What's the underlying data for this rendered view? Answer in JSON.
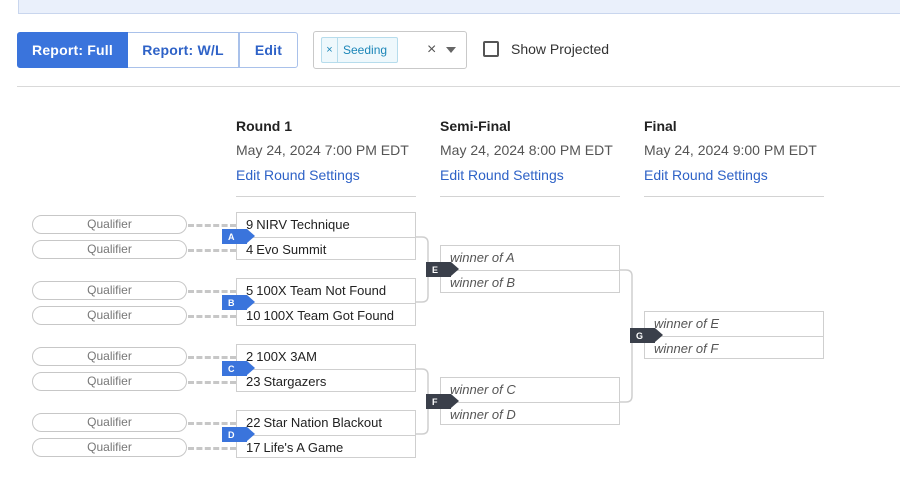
{
  "toolbar": {
    "report_full_label": "Report: Full",
    "report_wl_label": "Report: W/L",
    "edit_label": "Edit",
    "filter_chip_remove": "×",
    "filter_chip_label": "Seeding",
    "filter_clear": "×",
    "show_projected_label": "Show Projected"
  },
  "rounds": [
    {
      "title": "Round 1",
      "date": "May 24, 2024 7:00 PM EDT",
      "link": "Edit Round Settings"
    },
    {
      "title": "Semi-Final",
      "date": "May 24, 2024 8:00 PM EDT",
      "link": "Edit Round Settings"
    },
    {
      "title": "Final",
      "date": "May 24, 2024 9:00 PM EDT",
      "link": "Edit Round Settings"
    }
  ],
  "qualifier_label": "Qualifier",
  "round1": [
    {
      "label": "A",
      "teams": [
        {
          "seed": "9",
          "name": "NIRV Technique"
        },
        {
          "seed": "4",
          "name": "Evo Summit"
        }
      ]
    },
    {
      "label": "B",
      "teams": [
        {
          "seed": "5",
          "name": "100X Team Not Found"
        },
        {
          "seed": "10",
          "name": "100X Team Got Found"
        }
      ]
    },
    {
      "label": "C",
      "teams": [
        {
          "seed": "2",
          "name": "100X 3AM"
        },
        {
          "seed": "23",
          "name": "Stargazers"
        }
      ]
    },
    {
      "label": "D",
      "teams": [
        {
          "seed": "22",
          "name": "Star Nation Blackout"
        },
        {
          "seed": "17",
          "name": "Life's A Game"
        }
      ]
    }
  ],
  "semifinal": [
    {
      "label": "E",
      "slots": [
        "winner of A",
        "winner of B"
      ]
    },
    {
      "label": "F",
      "slots": [
        "winner of C",
        "winner of D"
      ]
    }
  ],
  "final": {
    "label": "G",
    "slots": [
      "winner of E",
      "winner of F"
    ]
  },
  "colors": {
    "accent": "#3a74dc",
    "link": "#2e62c7",
    "dark_label": "#3a3f4a",
    "chip": "#1b86b8"
  }
}
